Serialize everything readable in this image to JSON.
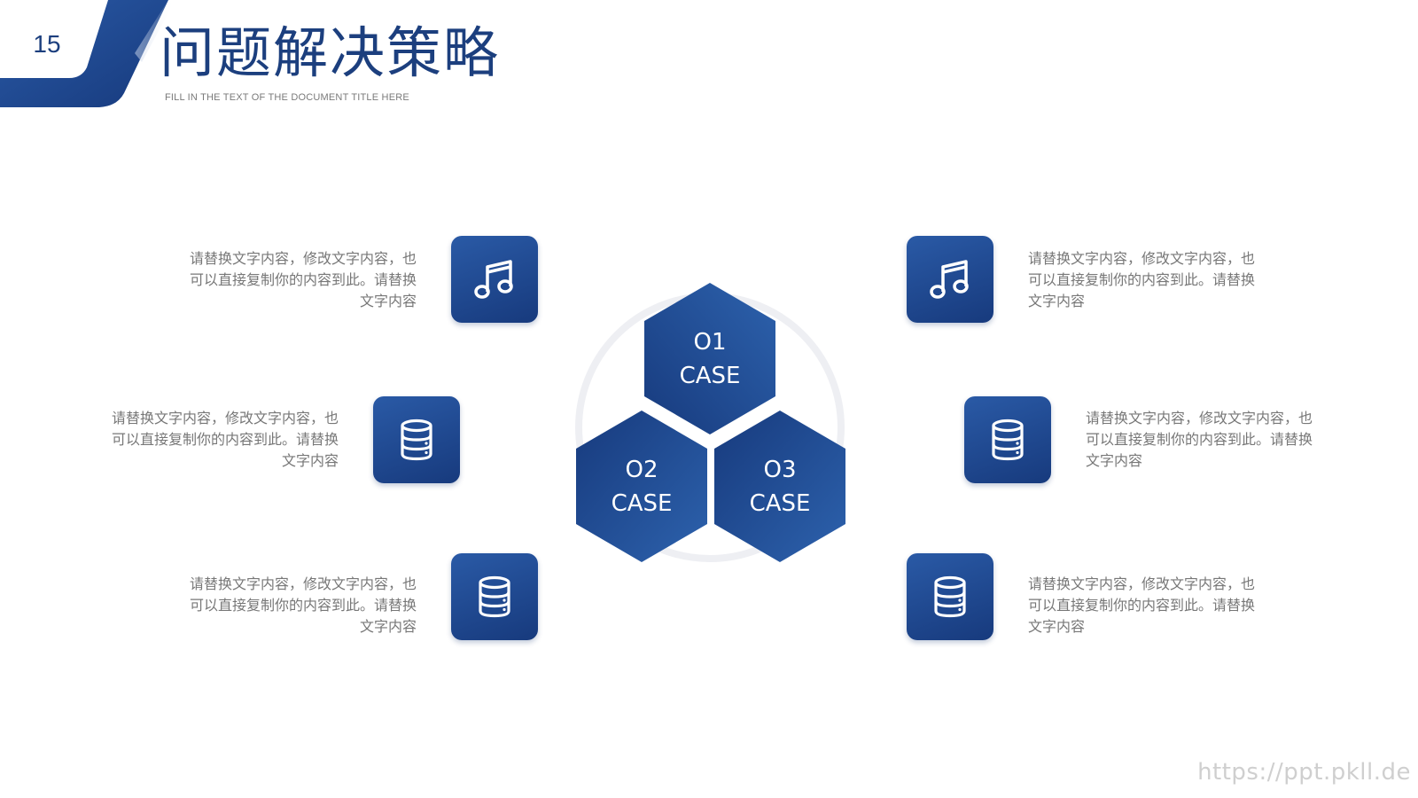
{
  "header": {
    "page_number": "15",
    "title": "问题解决策略",
    "subtitle": "FILL IN THE TEXT OF THE DOCUMENT TITLE HERE"
  },
  "cases": [
    {
      "num": "O1",
      "label": "CASE"
    },
    {
      "num": "O2",
      "label": "CASE"
    },
    {
      "num": "O3",
      "label": "CASE"
    }
  ],
  "items": [
    {
      "icon": "music-note-icon",
      "text": "请替换文字内容，修改文字内容，也可以直接复制你的内容到此。请替换文字内容"
    },
    {
      "icon": "database-icon",
      "text": "请替换文字内容，修改文字内容，也可以直接复制你的内容到此。请替换文字内容"
    },
    {
      "icon": "database-icon",
      "text": "请替换文字内容，修改文字内容，也可以直接复制你的内容到此。请替换文字内容"
    },
    {
      "icon": "music-note-icon",
      "text": "请替换文字内容，修改文字内容，也可以直接复制你的内容到此。请替换文字内容"
    },
    {
      "icon": "database-icon",
      "text": "请替换文字内容，修改文字内容，也可以直接复制你的内容到此。请替换文字内容"
    },
    {
      "icon": "database-icon",
      "text": "请替换文字内容，修改文字内容，也可以直接复制你的内容到此。请替换文字内容"
    }
  ],
  "watermark": "https://ppt.pkll.de",
  "colors": {
    "primary": "#1c3f7e",
    "primary_light": "#2a5aa6",
    "text_gray": "#777777"
  }
}
